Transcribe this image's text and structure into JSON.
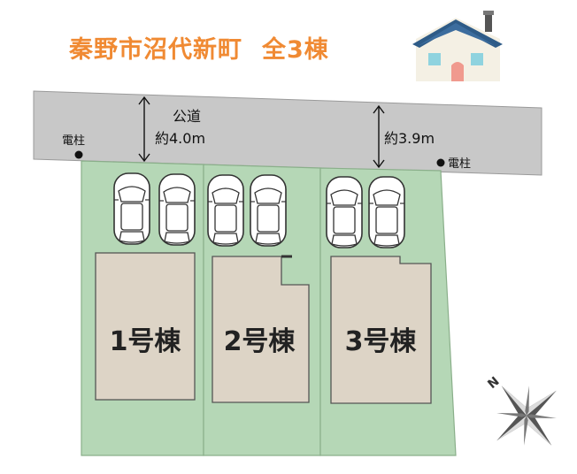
{
  "header": {
    "title_location": "秦野市沼代新町",
    "title_count": "全3棟"
  },
  "road": {
    "label": "公道",
    "width_left": "約4.0m",
    "width_right": "約3.9m"
  },
  "utility_poles": [
    {
      "label": "電柱"
    },
    {
      "label": "電柱"
    }
  ],
  "buildings": [
    {
      "label": "1号棟"
    },
    {
      "label": "2号棟"
    },
    {
      "label": "3号棟"
    }
  ],
  "compass": {
    "north_label": "N"
  },
  "colors": {
    "title": "#f08a33",
    "road": "#c8c8c8",
    "lot": "#b5d7b6",
    "house": "#ddd4c6",
    "house_roof_icon": "#2e5b87"
  }
}
